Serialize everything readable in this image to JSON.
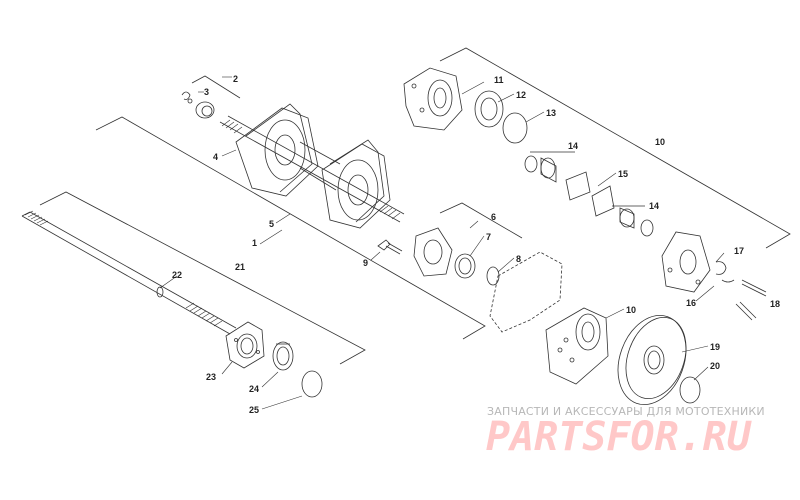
{
  "watermark": {
    "tagline": "ЗАПЧАСТИ И АКСЕССУАРЫ ДЛЯ МОТОТЕХНИКИ",
    "logo": "PARTSFOR.RU"
  },
  "callouts": [
    "1",
    "2",
    "3",
    "4",
    "5",
    "6",
    "7",
    "8",
    "9",
    "10",
    "10",
    "11",
    "12",
    "13",
    "14",
    "14",
    "15",
    "16",
    "17",
    "18",
    "19",
    "20",
    "21",
    "22",
    "23",
    "24",
    "25"
  ],
  "colors": {
    "line": "#333333",
    "watermark_text": "#b7b7b7",
    "watermark_logo": "#ffc8c8"
  }
}
